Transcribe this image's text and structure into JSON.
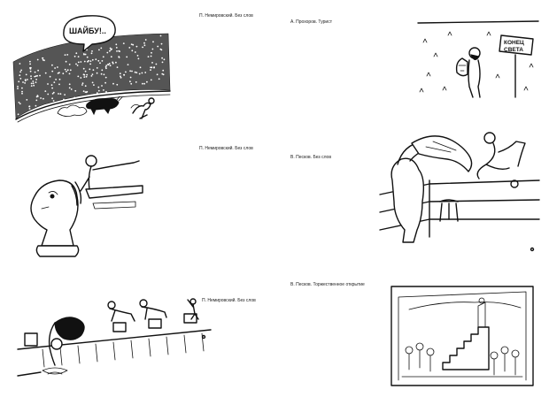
{
  "captions": {
    "hockey": "П. Немировский. Без слов",
    "tourist": "А. Прохоров. Турист",
    "chess": "П. Немировский. Без слов",
    "boxing": "В. Песков. Без слов",
    "swimming": "П. Немировский. Без слов",
    "opening": "В. Песков. Торжественное открытие"
  },
  "cartoon_text": {
    "speech_bubble": "ШАЙБУ!..",
    "sign_line1": "КОНЕЦ",
    "sign_line2": "СВЕТА"
  }
}
